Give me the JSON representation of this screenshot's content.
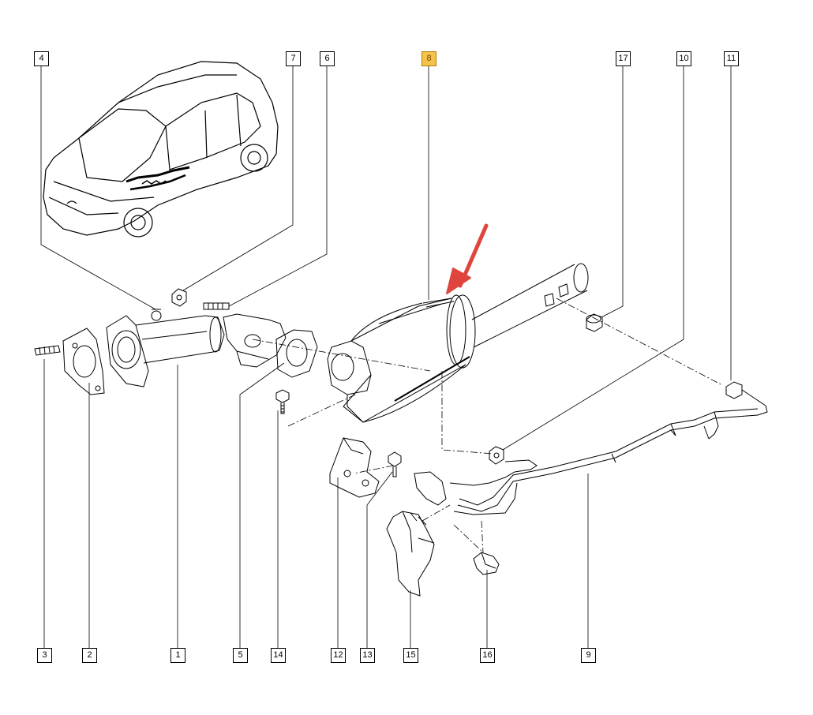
{
  "diagram": {
    "highlight_color": "#f5c24c",
    "arrow_color": "#e0453d",
    "line_color": "#000000",
    "callouts": {
      "c1": "1",
      "c2": "2",
      "c3": "3",
      "c4": "4",
      "c5": "5",
      "c6": "6",
      "c7": "7",
      "c8": "8",
      "c9": "9",
      "c10": "10",
      "c11": "11",
      "c12": "12",
      "c13": "13",
      "c14": "14",
      "c15": "15",
      "c16": "16",
      "c17": "17"
    },
    "highlighted_callout": "8"
  }
}
